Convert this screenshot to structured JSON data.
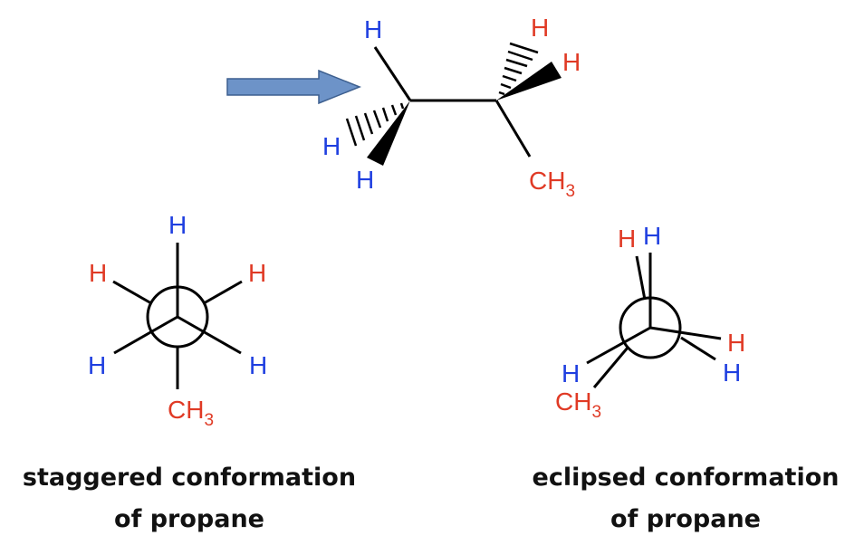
{
  "colors": {
    "hydrogen_blue": "#1f3fe0",
    "hydrogen_red": "#e03a25",
    "methyl_red": "#e03a25",
    "arrow_fill": "#6d93c8",
    "arrow_stroke": "#3d5f8f",
    "bond": "#000000"
  },
  "icons": {
    "viewing_arrow": "right-arrow-icon"
  },
  "wedge_dash": {
    "atoms": {
      "h_top_left": "H",
      "h_left_dash": "H",
      "h_left_wedge": "H",
      "h_top_right_dash": "H",
      "h_right_wedge": "H",
      "ch3_main": "CH",
      "ch3_sub": "3"
    }
  },
  "staggered": {
    "atoms": {
      "front_top": "H",
      "front_lower_left": "H",
      "front_lower_right": "H",
      "back_upper_left": "H",
      "back_upper_right": "H",
      "back_ch3_main": "CH",
      "back_ch3_sub": "3"
    },
    "caption_line1": "staggered conformation",
    "caption_line2": "of propane"
  },
  "eclipsed": {
    "atoms": {
      "front_top": "H",
      "front_lower_left": "H",
      "front_lower_right": "H",
      "back_top": "H",
      "back_ch3_main": "CH",
      "back_ch3_sub": "3",
      "back_lower_right": "H"
    },
    "caption_line1": "eclipsed conformation",
    "caption_line2": "of propane"
  }
}
